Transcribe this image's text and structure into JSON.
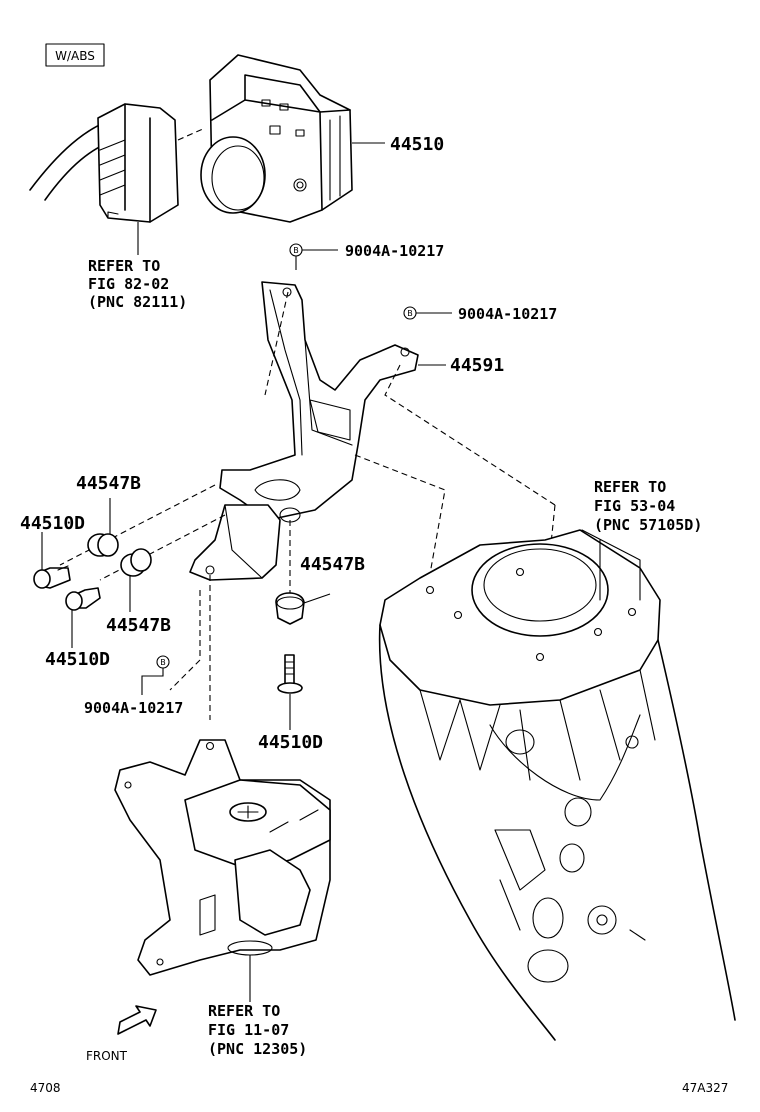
{
  "condition_label": "W/ABS",
  "part_numbers": {
    "actuator": "44510",
    "bracket": "44591",
    "bolt_top": "9004A-10217",
    "bolt_right": "9004A-10217",
    "bolt_lower": "9004A-10217",
    "cushion_upper": "44547B",
    "cushion_left": "44547B",
    "cushion_center": "44547B",
    "collar_upper": "44510D",
    "collar_left": "44510D",
    "collar_center": "44510D"
  },
  "bolt_symbol": "B",
  "refer_brake_tube": [
    "REFER TO",
    "FIG 82-02",
    "(PNC 82111)"
  ],
  "refer_body_panel": [
    "REFER TO",
    "FIG 53-04",
    "(PNC 57105D)"
  ],
  "refer_engine_mount": [
    "REFER TO",
    "FIG 11-07",
    "(PNC 12305)"
  ],
  "front_label": "FRONT",
  "page_code_left": "4708",
  "illustration_code": "47A327"
}
